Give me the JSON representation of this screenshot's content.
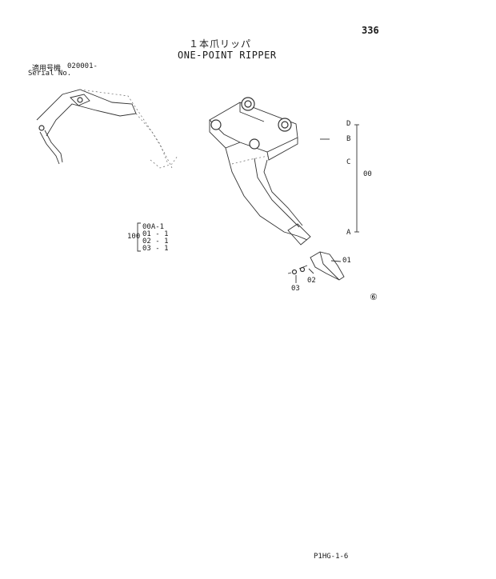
{
  "page_number": "336",
  "title": {
    "japanese": "１本爪リッパ",
    "english": "ONE-POINT RIPPER"
  },
  "serial": {
    "label_jp": "適用号機",
    "value": "020001-",
    "label_en": "Serial No."
  },
  "assembly_group": {
    "label": "100",
    "items": [
      "00A-1",
      "01 - 1",
      "02 - 1",
      "03 - 1"
    ]
  },
  "part_callouts": {
    "assembly": "00",
    "tooth": "01",
    "pin": "02",
    "lock": "03"
  },
  "dimension_letters": [
    "D",
    "B",
    "C",
    "A"
  ],
  "revision_mark": "⑥",
  "footer_code": "P1HG-1-6"
}
